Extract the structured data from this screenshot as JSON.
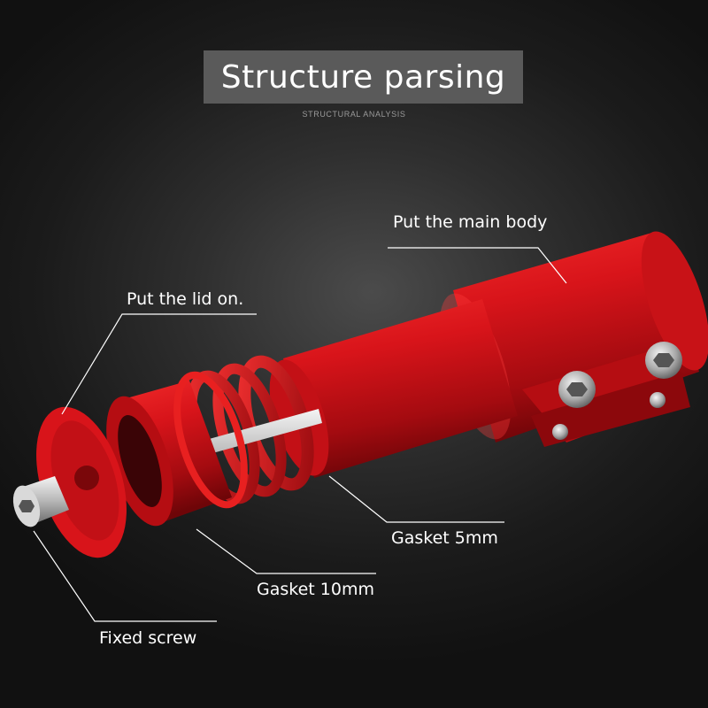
{
  "header": {
    "title": "Structure parsing",
    "subtitle": "STRUCTURAL ANALYSIS"
  },
  "callouts": {
    "main_body": "Put the main body",
    "lid": "Put the lid on.",
    "gasket_5mm": "Gasket 5mm",
    "gasket_10mm": "Gasket 10mm",
    "fixed_screw": "Fixed screw"
  },
  "colors": {
    "part_red": "#d8141a",
    "part_red_dark": "#8e0a0e",
    "leader_line": "#ffffff",
    "title_bg": "#5a5a5a"
  }
}
